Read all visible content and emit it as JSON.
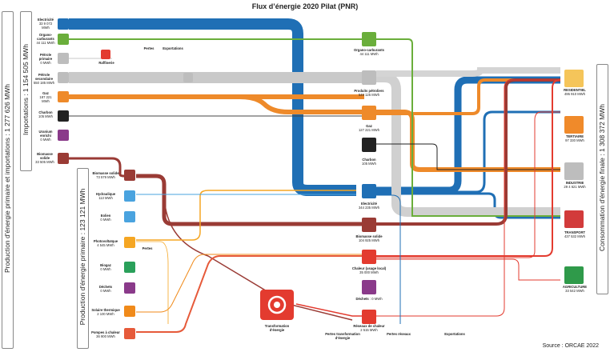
{
  "title": "Flux d’énergie 2020 Pilat (PNR)",
  "source": "Source : ORCAE 2022",
  "side_labels": {
    "production_totale": "Production d'énergie primaire et importations : 1 277 626 MWh",
    "importations": "Importations : 1 154 505 MWh",
    "production_primaire": "Production d'énergie primaire : 123 121 MWh",
    "consommation_finale": "Consommation d'énergie finale : 1 308 372 MWh"
  },
  "imports": [
    {
      "name": "Electricité",
      "value": "33 9 072 MWh"
    },
    {
      "name": "Organo-carburants",
      "value": "44 111 MWh"
    },
    {
      "name": "Pétrole primaire",
      "value": "0 MWh"
    },
    {
      "name": "Pétrole secondaire",
      "value": "550 185 MWh"
    },
    {
      "name": "Gaz",
      "value": "187 221 MWh"
    },
    {
      "name": "Charbon",
      "value": "105 MWh"
    },
    {
      "name": "Uranium enrichi",
      "value": "0 MWh"
    },
    {
      "name": "Biomasse solide",
      "value": "33 505 MWh"
    }
  ],
  "primary": [
    {
      "name": "Biomasse solide",
      "value": "73 579 MWh"
    },
    {
      "name": "Hydraulique",
      "value": "113 MWh"
    },
    {
      "name": "Eolien",
      "value": "0 MWh"
    },
    {
      "name": "Photovoltaïque",
      "value": "4 545 MWh"
    },
    {
      "name": "Biogaz",
      "value": "0 MWh"
    },
    {
      "name": "Déchets",
      "value": "0 MWh"
    },
    {
      "name": "Solaire thermique",
      "value": "2 100 MWh"
    },
    {
      "name": "Pompes à chaleur",
      "value": "36 900 MWh"
    }
  ],
  "middle": [
    {
      "name": "Organo-carburants",
      "value": "44 111 MWh"
    },
    {
      "name": "Produits pétroliers",
      "value": "549 125 MWh"
    },
    {
      "name": "Gaz",
      "value": "127 221 MWh"
    },
    {
      "name": "Charbon",
      "value": "105 MWh"
    },
    {
      "name": "Electricité",
      "value": "344 235 MWh"
    },
    {
      "name": "Biomasse solide",
      "value": "104 925 MWh"
    },
    {
      "name": "Chaleur (usage local)",
      "value": "35 000 MWh"
    },
    {
      "name": "Déchets",
      "value": "0 MWh"
    },
    {
      "name": "Réseaux de chaleur",
      "value": "2 515 MWh"
    }
  ],
  "finals": [
    {
      "name": "RESIDENTIEL",
      "value": "495 910 MWh"
    },
    {
      "name": "TERTIAIRE",
      "value": "97 330 MWh"
    },
    {
      "name": "INDUSTRIE",
      "value": "29 4 621 MWh"
    },
    {
      "name": "TRANSPORT",
      "value": "437 532 MWh"
    },
    {
      "name": "AGRICULTURE",
      "value": "33 542 MWh"
    }
  ],
  "small_labels": {
    "raffinerie": "Raffinerie",
    "pertes": "Pertes",
    "exportations": "Exportations",
    "transformation": "Transformation d'énergie",
    "pertes_transfo": "Pertes transformation d'énergie",
    "pertes_reseaux": "Pertes réseaux",
    "exportations_bas": "Exportations",
    "pertes_pv": "Pertes"
  },
  "colors": {
    "electricite": "#1f6fb5",
    "organo": "#6aae3b",
    "petrole": "#c9c9c9",
    "gaz": "#ee8a2a",
    "charbon": "#222222",
    "uranium": "#8a3a8a",
    "biomasse": "#9a3b35",
    "hydraulique": "#4aa3df",
    "pv": "#f5a623",
    "chaleur": "#e33b2f",
    "biogaz": "#2aa05a",
    "solaire": "#f08a1a",
    "pac": "#e65a3a"
  }
}
